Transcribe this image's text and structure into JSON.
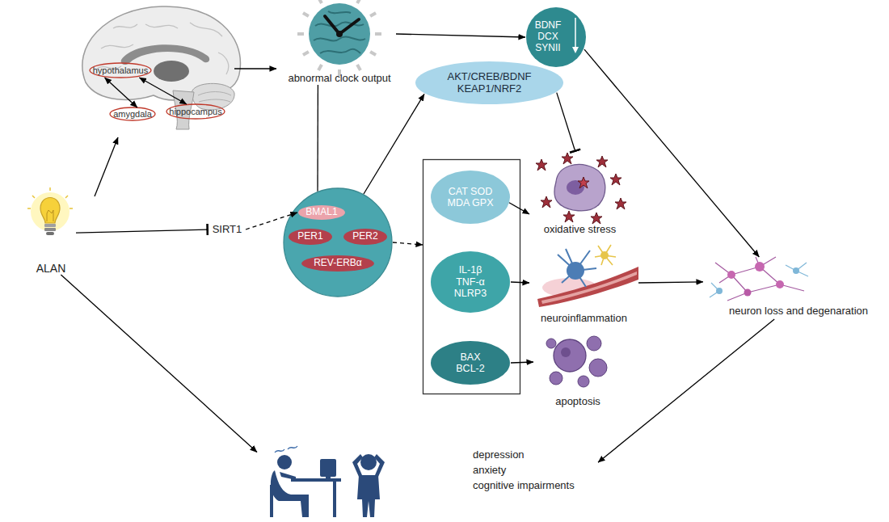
{
  "diagram": {
    "nodes": [
      {
        "text": [
          "hypothalamus"
        ]
      },
      {
        "text": [
          "amygdala"
        ]
      },
      {
        "text": [
          "hippocampus"
        ]
      },
      {
        "text": [
          "abnormal clock output"
        ]
      },
      {
        "text": [
          "BDNF DCX SYNII"
        ]
      },
      {
        "text": [
          "ALAN"
        ]
      },
      {
        "text": [
          "SIRT1"
        ]
      },
      {
        "text": []
      },
      {
        "text": [
          "BMAL1"
        ],
        "in": 7
      },
      {
        "text": [
          "PER1"
        ],
        "in": 7
      },
      {
        "text": [
          "PER2"
        ],
        "in": 7
      },
      {
        "text": [
          "REV-ERBα"
        ],
        "in": 7
      },
      {
        "text": [
          "AKT/CREB/BDNF",
          "KEAP1/NRF2"
        ]
      },
      {
        "text": []
      },
      {
        "text": [
          "CAT SOD MDA GPX"
        ],
        "in": 13
      },
      {
        "text": [
          "IL-1β TNF-α NLRP3"
        ],
        "in": 13
      },
      {
        "text": [
          "BAX BCL-2"
        ],
        "in": 13
      },
      {
        "text": [
          "oxidative stress"
        ]
      },
      {
        "text": [
          "neuroinflammation"
        ]
      },
      {
        "text": [
          "apoptosis"
        ]
      },
      {
        "text": [
          "neuron loss and degenaration"
        ]
      },
      {
        "text": [
          "depression",
          "anxiety",
          "cognitive impairments"
        ]
      }
    ],
    "edges": [
      {
        "from": 0,
        "to": 1,
        "arrow": "both"
      },
      {
        "from": 0,
        "to": 2,
        "arrow": "both"
      },
      {
        "from": 3,
        "to": 4,
        "arrow": "to"
      },
      {
        "from": 4,
        "to": 20,
        "arrow": "to"
      },
      {
        "from": 5,
        "to": 6,
        "arrow": "to"
      },
      {
        "from": 6,
        "to": 8,
        "arrow": "to"
      },
      {
        "from": 3,
        "to": 7,
        "arrow": "none"
      },
      {
        "from": 7,
        "to": 12,
        "arrow": "to"
      },
      {
        "from": 12,
        "to": 17,
        "arrow": "to"
      },
      {
        "from": 7,
        "to": 13,
        "arrow": "to"
      },
      {
        "from": 14,
        "to": 17,
        "arrow": "to"
      },
      {
        "from": 15,
        "to": 18,
        "arrow": "to"
      },
      {
        "from": 16,
        "to": 19,
        "arrow": "to"
      },
      {
        "from": 18,
        "to": 20,
        "arrow": "to"
      },
      {
        "from": 20,
        "to": 21,
        "arrow": "to"
      },
      {
        "from": 5,
        "to": 21,
        "arrow": "to"
      }
    ]
  }
}
